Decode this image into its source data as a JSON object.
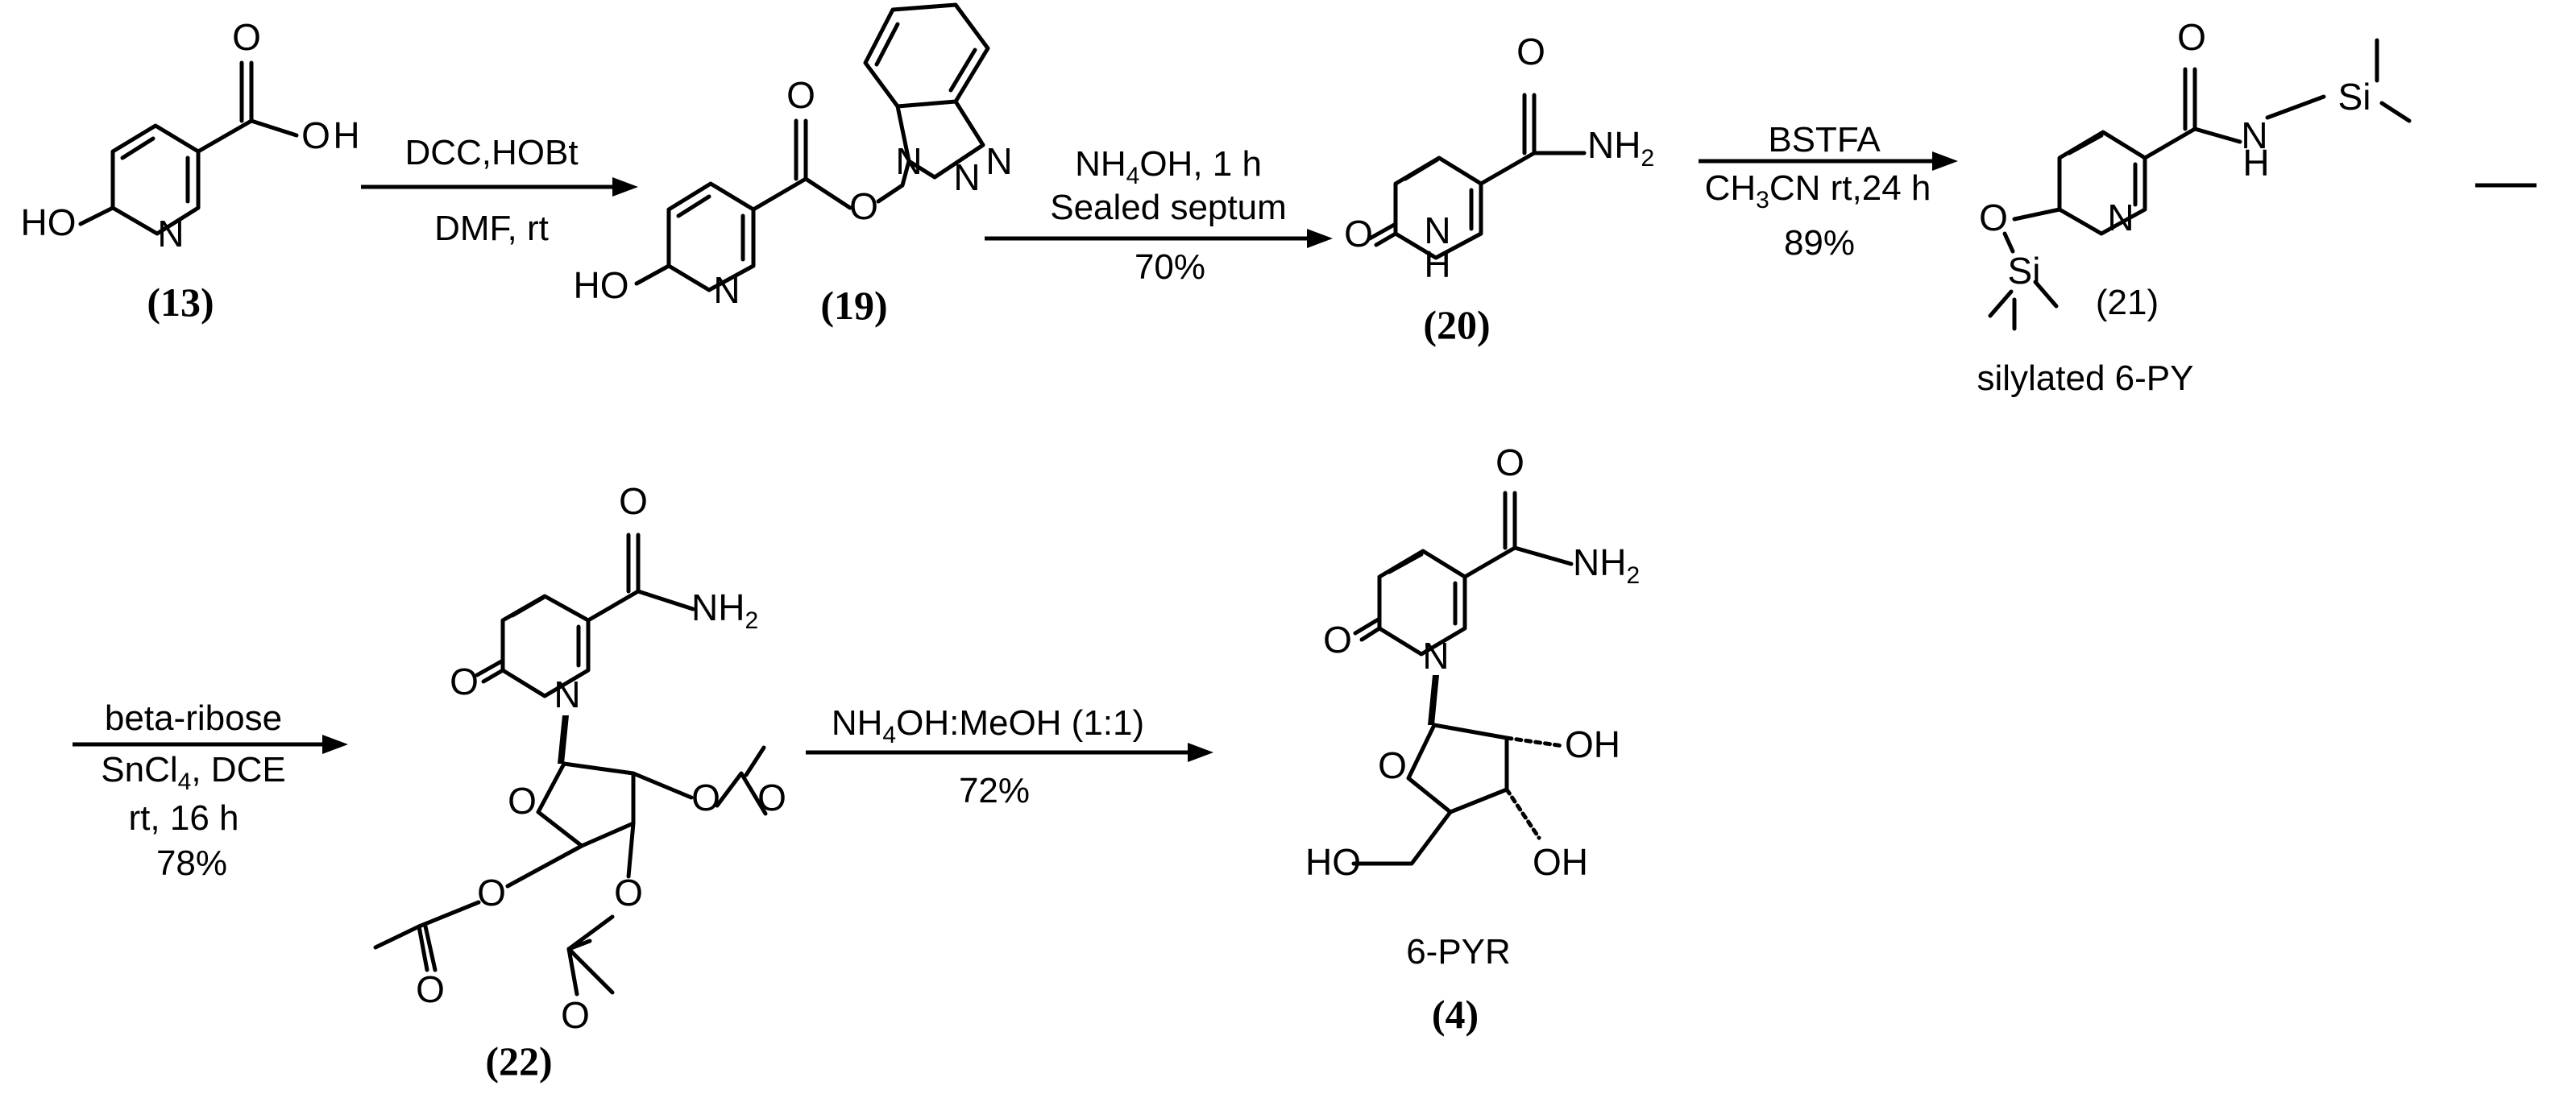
{
  "compounds": {
    "c13": {
      "label_open": "(",
      "label_num": "13",
      "label_close": ")",
      "atoms": {
        "o1": "O",
        "h1": "H",
        "n": "N",
        "oh": "HO"
      }
    },
    "c19": {
      "label_open": "(",
      "label_num": "19",
      "label_close": ")",
      "atoms": {
        "o_carbonyl": "O",
        "o_link": "O",
        "n1": "N",
        "n2": "N",
        "n3": "N",
        "n_pyr": "N",
        "oh": "HO"
      }
    },
    "c20": {
      "label_open": "(",
      "label_num": "20",
      "label_close": ")",
      "atoms": {
        "o_amide": "O",
        "nh2": "NH",
        "nh2_sub": "2",
        "o_keto": "O",
        "n": "N",
        "h": "H"
      }
    },
    "c21": {
      "label": "(21)",
      "name": "silylated 6-PY",
      "atoms": {
        "o_amide": "O",
        "n_amide": "N",
        "h_amide": "H",
        "si1": "Si",
        "o_ether": "O",
        "si2": "Si",
        "n_pyr": "N"
      }
    },
    "c22": {
      "label_open": "(",
      "label_num": "22",
      "label_close": ")",
      "atoms": {
        "o_amide": "O",
        "nh2": "NH",
        "nh2_sub": "2",
        "o_keto": "O",
        "n": "N",
        "o_ring": "O",
        "o_ac1": "O",
        "o_ac1_c": "O",
        "o_ac2": "O",
        "o_ac2_c": "O",
        "o_ac3": "O",
        "o_ac3_c": "O"
      }
    },
    "c4": {
      "label_open": "(",
      "label_num": "4",
      "label_close": ")",
      "name": "6-PYR",
      "atoms": {
        "o_amide": "O",
        "nh2": "NH",
        "nh2_sub": "2",
        "o_keto": "O",
        "n": "N",
        "o_ring": "O",
        "oh1": "OH",
        "oh2": "OH",
        "ho": "HO"
      }
    }
  },
  "reactions": {
    "r1": {
      "above": "DCC,HOBt",
      "below": "DMF, rt"
    },
    "r2": {
      "above_a": "NH",
      "above_sub": "4",
      "above_b": "OH, 1 h",
      "below": "Sealed septum",
      "yield": "70%"
    },
    "r3": {
      "above": "BSTFA",
      "below_a": "CH",
      "below_sub": "3",
      "below_b": "CN rt,24 h",
      "yield": "89%"
    },
    "r4": {
      "above": "beta-ribose",
      "below_a": "SnCl",
      "below_sub": "4",
      "below_b": ", DCE",
      "line3": "rt, 16 h",
      "yield": "78%"
    },
    "r5": {
      "above_a": "NH",
      "above_sub": "4",
      "above_b": "OH:MeOH (1:1)",
      "yield": "72%"
    }
  }
}
